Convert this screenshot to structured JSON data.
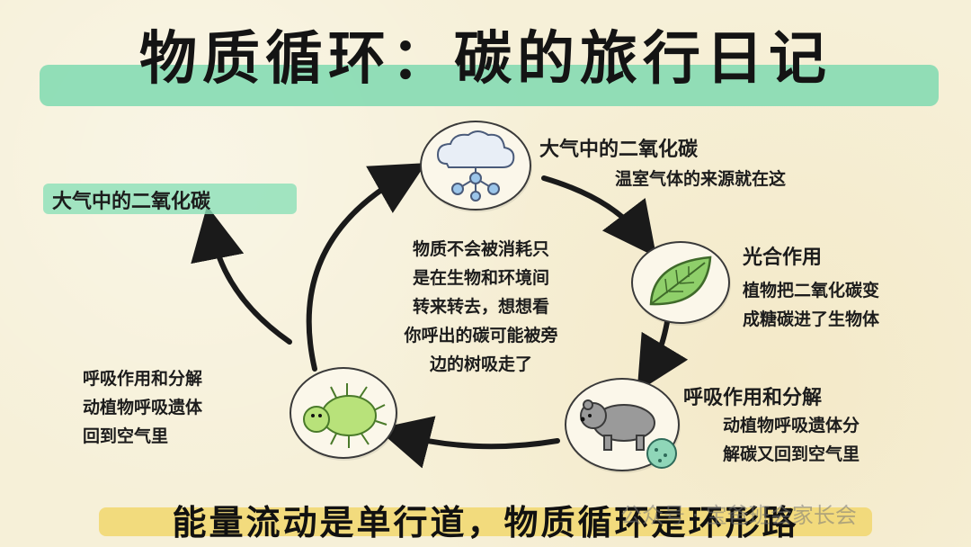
{
  "title": "物质循环：碳的旅行日记",
  "nodes": {
    "atmosphere_left": {
      "heading": "大气中的二氧化碳"
    },
    "atmosphere_top": {
      "heading": "大气中的二氧化碳",
      "lines": [
        "温室气体的来源就在这"
      ]
    },
    "photosynthesis": {
      "heading": "光合作用",
      "lines": [
        "植物把二氧化碳变",
        "成糖碳进了生物体"
      ]
    },
    "respiration_right": {
      "heading": "呼吸作用和分解",
      "lines": [
        "动植物呼吸遗体分",
        "解碳又回到空气里"
      ]
    },
    "respiration_left": {
      "heading": "呼吸作用和分解",
      "lines": [
        "动植物呼吸遗体",
        "回到空气里"
      ]
    }
  },
  "center_note": [
    "物质不会被消耗只",
    "是在生物和环境间",
    "转来转去，想想看",
    "你呼出的碳可能被旁",
    "边的树吸走了"
  ],
  "footer": "能量流动是单行道，物质循环是环形路",
  "watermark": "公众号 · 宝爸班会家长会",
  "icons": {
    "atmosphere": "cloud-network-icon",
    "photosynthesis": "leaf-icon",
    "decomposer": "bear-and-microbe-icon",
    "soil": "mite-icon"
  },
  "colors": {
    "title_highlight": "#7fd9b0",
    "footer_highlight": "#f2d873",
    "background": "#f6f0d8",
    "leaf": "#8fcf6a",
    "cloud": "#e8eef6"
  }
}
